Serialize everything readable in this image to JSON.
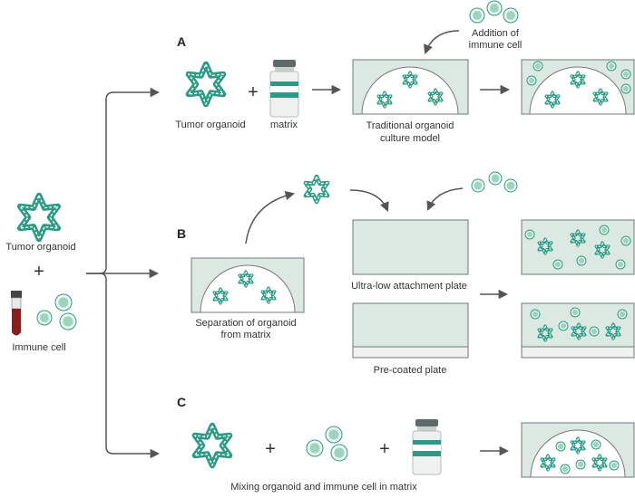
{
  "colors": {
    "teal": "#2c9a84",
    "cell_fill": "#9fd4bc",
    "well_fill": "#dbe9e2",
    "blood": "#8a1c1c",
    "arrow": "#555555"
  },
  "left": {
    "tumor_label": "Tumor organoid",
    "plus": "+",
    "immune_label": "Immune cell"
  },
  "sections": {
    "A": {
      "letter": "A",
      "tumor_label": "Tumor organoid",
      "plus": "+",
      "matrix_label": "matrix",
      "addition_line1": "Addition of",
      "addition_line2": "immune cell",
      "model_line1": "Traditional organoid",
      "model_line2": "culture model"
    },
    "B": {
      "letter": "B",
      "separation_line1": "Separation of organoid",
      "separation_line2": "from matrix",
      "ultra_low_label": "Ultra-low attachment plate",
      "precoated_label": "Pre-coated plate"
    },
    "C": {
      "letter": "C",
      "plus1": "+",
      "plus2": "+",
      "mixing_label": "Mixing organoid and immune cell in matrix"
    }
  }
}
